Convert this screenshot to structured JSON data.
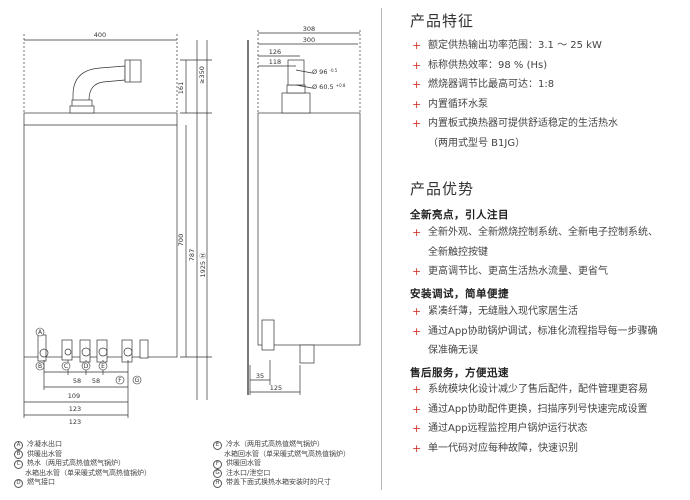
{
  "drawing": {
    "front_view": {
      "dims": {
        "width_top": "400",
        "h_350": "≥350",
        "h_161": "161",
        "h_700": "700",
        "h_787": "787",
        "h_1925": "1925 Ⓗ",
        "w_58a": "58",
        "w_58b": "58",
        "w_109": "109",
        "w_123a": "123",
        "w_123b": "123"
      },
      "connection_labels": [
        "A",
        "B",
        "C",
        "D",
        "E",
        "F",
        "G"
      ]
    },
    "side_view": {
      "dims": {
        "w_308": "308",
        "w_300": "300",
        "w_126": "126",
        "w_118": "118",
        "d_96": "Ø 96",
        "d_96_tol": "-0.5",
        "d_60": "Ø 60.5",
        "d_60_tol": "+0.8",
        "h_35": "35",
        "w_125": "125"
      }
    }
  },
  "legend": {
    "left": [
      {
        "letter": "A",
        "text": "冷凝水出口"
      },
      {
        "letter": "B",
        "text": "供暖出水管"
      },
      {
        "letter": "C",
        "text": "热水（两用式高热值燃气锅炉）"
      },
      {
        "letter": "",
        "text": "水箱出水管（单采暖式燃气高热值锅炉）"
      },
      {
        "letter": "D",
        "text": "燃气接口"
      }
    ],
    "right": [
      {
        "letter": "E",
        "text": "冷水（两用式高热值燃气锅炉）"
      },
      {
        "letter": "",
        "text": "水箱回水管（单采暖式燃气高热值锅炉）"
      },
      {
        "letter": "F",
        "text": "供暖回水管"
      },
      {
        "letter": "G",
        "text": "注水口/泄空口"
      },
      {
        "letter": "H",
        "text": "带盖下面式换热水箱安装时的尺寸"
      }
    ]
  },
  "features": {
    "title": "产品特征",
    "items": [
      [
        "额定供热输出功率范围：3.1 ～ 25 kW"
      ],
      [
        "标称供热效率：98 % (Hs)"
      ],
      [
        "燃烧器调节比最高可达：1:8"
      ],
      [
        "内置循环水泵"
      ],
      [
        "内置板式换热器可提供舒适稳定的生活热水",
        "（两用式型号 B1JG）"
      ]
    ]
  },
  "advantages": {
    "title": "产品优势",
    "groups": [
      {
        "subtitle": "全新亮点，引人注目",
        "items": [
          [
            "全新外观、全新燃烧控制系统、全新电子控制系统、",
            "全新触控按键"
          ],
          [
            "更高调节比、更高生活热水流量、更省气"
          ]
        ]
      },
      {
        "subtitle": "安装调试，简单便捷",
        "items": [
          [
            "紧凑纤薄，无缝融入现代家居生活"
          ],
          [
            "通过App协助锅炉调试，标准化流程指导每一步骤确",
            "保准确无误"
          ]
        ]
      },
      {
        "subtitle": "售后服务，方便迅速",
        "items": [
          [
            "系统模块化设计减少了售后配件，配件管理更容易"
          ],
          [
            "通过App协助配件更换，扫描序列号快速完成设置"
          ],
          [
            "通过App远程监控用户锅炉运行状态"
          ],
          [
            "单一代码对应每种故障，快速识别"
          ]
        ]
      }
    ]
  },
  "colors": {
    "accent_plus": "#d23b2f",
    "text": "#444444",
    "line": "#333333"
  }
}
